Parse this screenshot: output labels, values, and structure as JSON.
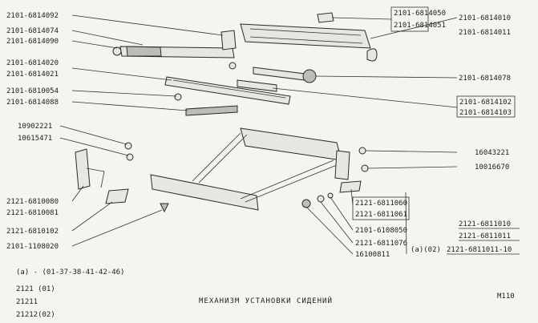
{
  "labels": {
    "l1": "2101-6814092",
    "l2": "2101-6814074",
    "l3": "2101-6814090",
    "l4": "2101-6814020",
    "l5": "2101-6814021",
    "l6": "2101-6810054",
    "l7": "2101-6814088",
    "l8": "10902221",
    "l9": "10615471",
    "l10": "2121-6810080",
    "l11": "2121-6810081",
    "l12": "2121-6810102",
    "l13": "2101-1108020",
    "r1": "2101-6814050",
    "r2": "2101-6814051",
    "r3": "2101-6814010",
    "r4": "2101-6814011",
    "r5": "2101-6814078",
    "r6": "2101-6814102",
    "r7": "2101-6814103",
    "r8": "16043221",
    "r9": "10016670",
    "c1": "2121-6811060",
    "c2": "2121-6811061",
    "c3": "2101-6108050",
    "c4": "2121-6811076",
    "c5": "16100811",
    "c6": "(a)(02)",
    "r10": "2121-6811010",
    "r11": "2121-6811011",
    "r12": "2121-6811011-10"
  },
  "footnote": "(a) - (01-37-38-41-42-46)",
  "variants": [
    "2121 (01)",
    "21211",
    "21212(02)"
  ],
  "title": "МЕХАНИЗМ УСТАНОВКИ СИДЕНИЙ",
  "page_code": "M110"
}
